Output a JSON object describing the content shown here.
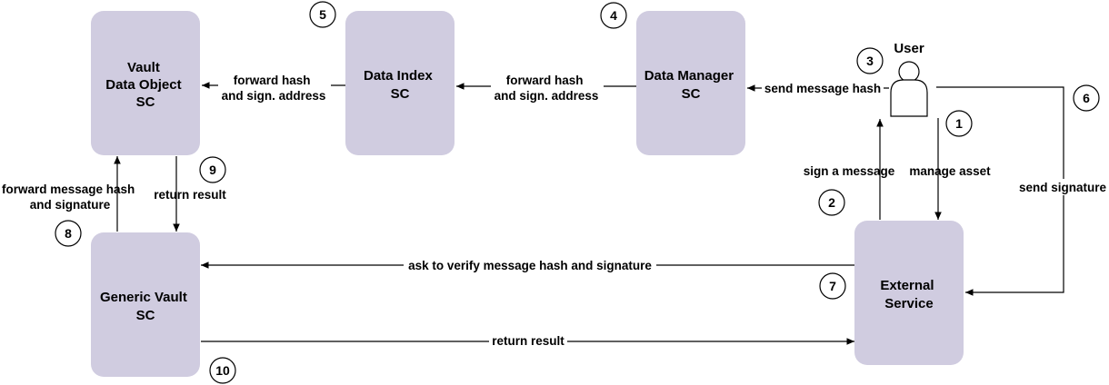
{
  "colors": {
    "box_fill": "#d0cce0",
    "line": "#000000",
    "background": "#ffffff"
  },
  "actor": {
    "label": "User",
    "icon": "user-icon"
  },
  "boxes": {
    "vault": [
      "Vault",
      "Data Object",
      "SC"
    ],
    "data_index": [
      "Data Index",
      "SC"
    ],
    "data_manager": [
      "Data Manager",
      "SC"
    ],
    "generic_vault": [
      "Generic Vault",
      "SC"
    ],
    "external_service": [
      "External",
      "Service"
    ]
  },
  "edges": {
    "forward_hash_1": [
      "forward hash",
      "and sign. address"
    ],
    "forward_hash_2": [
      "forward hash",
      "and sign. address"
    ],
    "send_message_hash": [
      "send message hash"
    ],
    "manage_asset": [
      "manage asset"
    ],
    "sign_a_message": [
      "sign a message"
    ],
    "send_signature": [
      "send signature"
    ],
    "ask_to_verify": [
      "ask to verify message hash and signature"
    ],
    "return_result_bottom": [
      "return result"
    ],
    "return_result_vault": [
      "return result"
    ],
    "forward_message_hash": [
      "forward message hash",
      "and signature"
    ]
  },
  "steps": [
    "1",
    "2",
    "3",
    "4",
    "5",
    "6",
    "7",
    "8",
    "9",
    "10"
  ]
}
